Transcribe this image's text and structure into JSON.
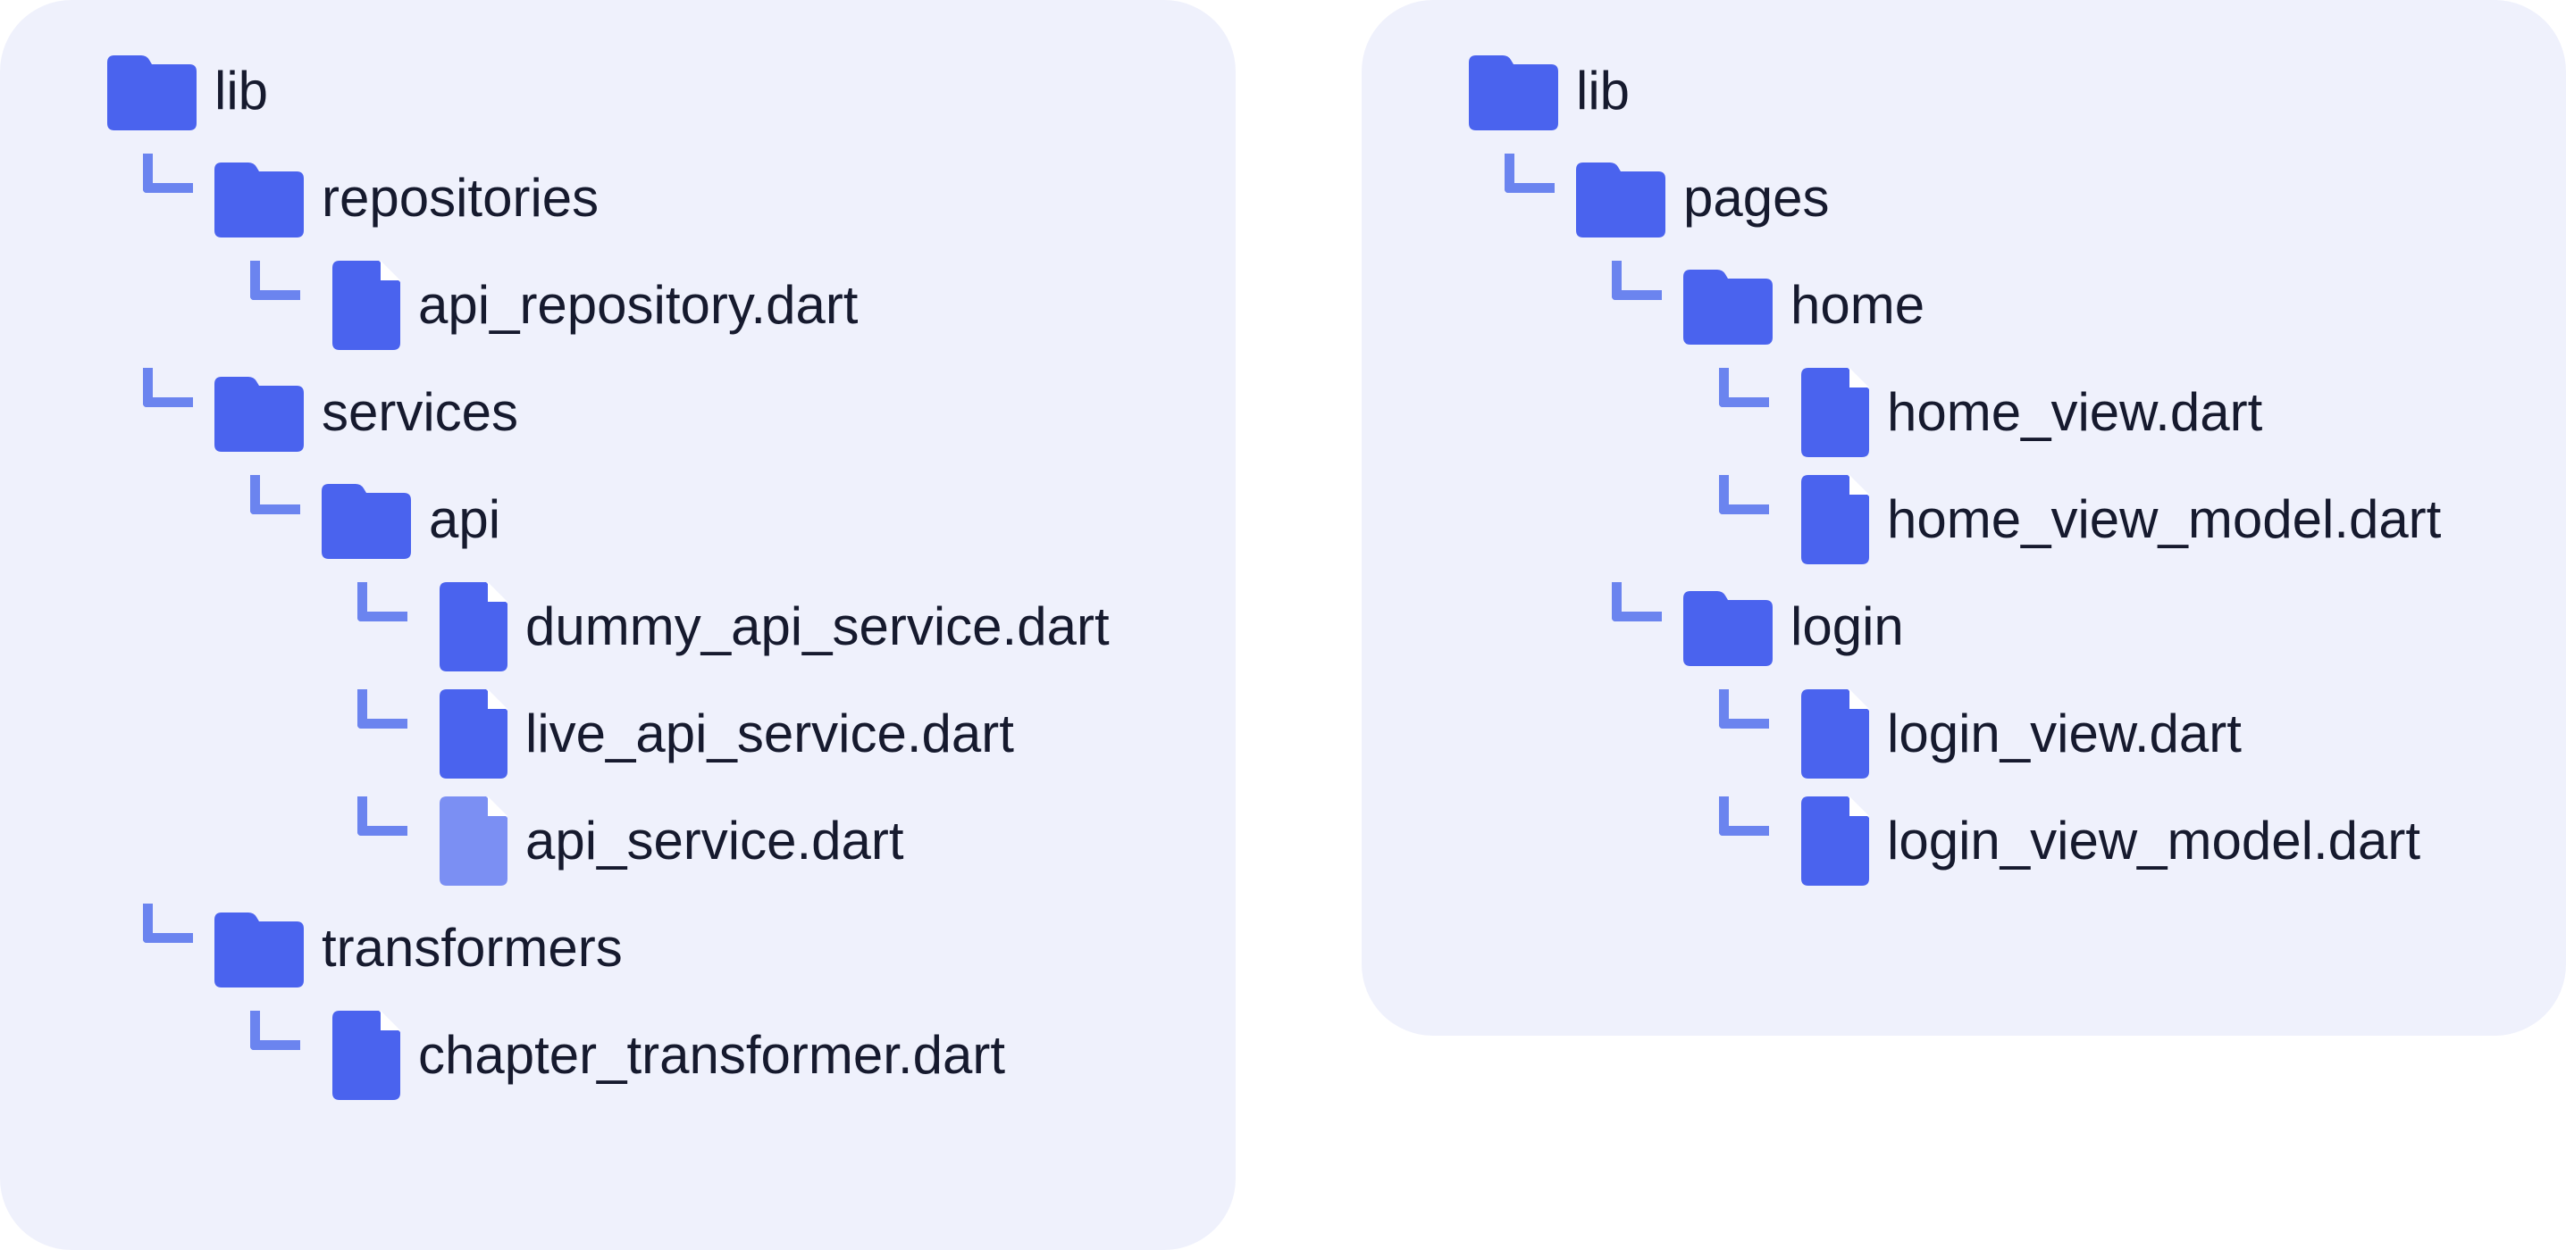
{
  "colors": {
    "panel_bg": "#eff1fc",
    "icon": "#4a63ee",
    "icon_faded": "#7b8ff3",
    "connector": "#6b84ef",
    "text": "#161a2e"
  },
  "trees": [
    {
      "name": "left",
      "items": [
        {
          "label": "lib",
          "type": "folder",
          "depth": 0
        },
        {
          "label": "repositories",
          "type": "folder",
          "depth": 1
        },
        {
          "label": "api_repository.dart",
          "type": "file",
          "depth": 2
        },
        {
          "label": "services",
          "type": "folder",
          "depth": 1
        },
        {
          "label": "api",
          "type": "folder",
          "depth": 2
        },
        {
          "label": "dummy_api_service.dart",
          "type": "file",
          "depth": 3
        },
        {
          "label": "live_api_service.dart",
          "type": "file",
          "depth": 3
        },
        {
          "label": "api_service.dart",
          "type": "file",
          "depth": 3,
          "faded": true
        },
        {
          "label": "transformers",
          "type": "folder",
          "depth": 1
        },
        {
          "label": "chapter_transformer.dart",
          "type": "file",
          "depth": 2
        }
      ]
    },
    {
      "name": "right",
      "items": [
        {
          "label": "lib",
          "type": "folder",
          "depth": 0
        },
        {
          "label": "pages",
          "type": "folder",
          "depth": 1
        },
        {
          "label": "home",
          "type": "folder",
          "depth": 2
        },
        {
          "label": "home_view.dart",
          "type": "file",
          "depth": 3
        },
        {
          "label": "home_view_model.dart",
          "type": "file",
          "depth": 3
        },
        {
          "label": "login",
          "type": "folder",
          "depth": 2
        },
        {
          "label": "login_view.dart",
          "type": "file",
          "depth": 3
        },
        {
          "label": "login_view_model.dart",
          "type": "file",
          "depth": 3
        }
      ]
    }
  ]
}
